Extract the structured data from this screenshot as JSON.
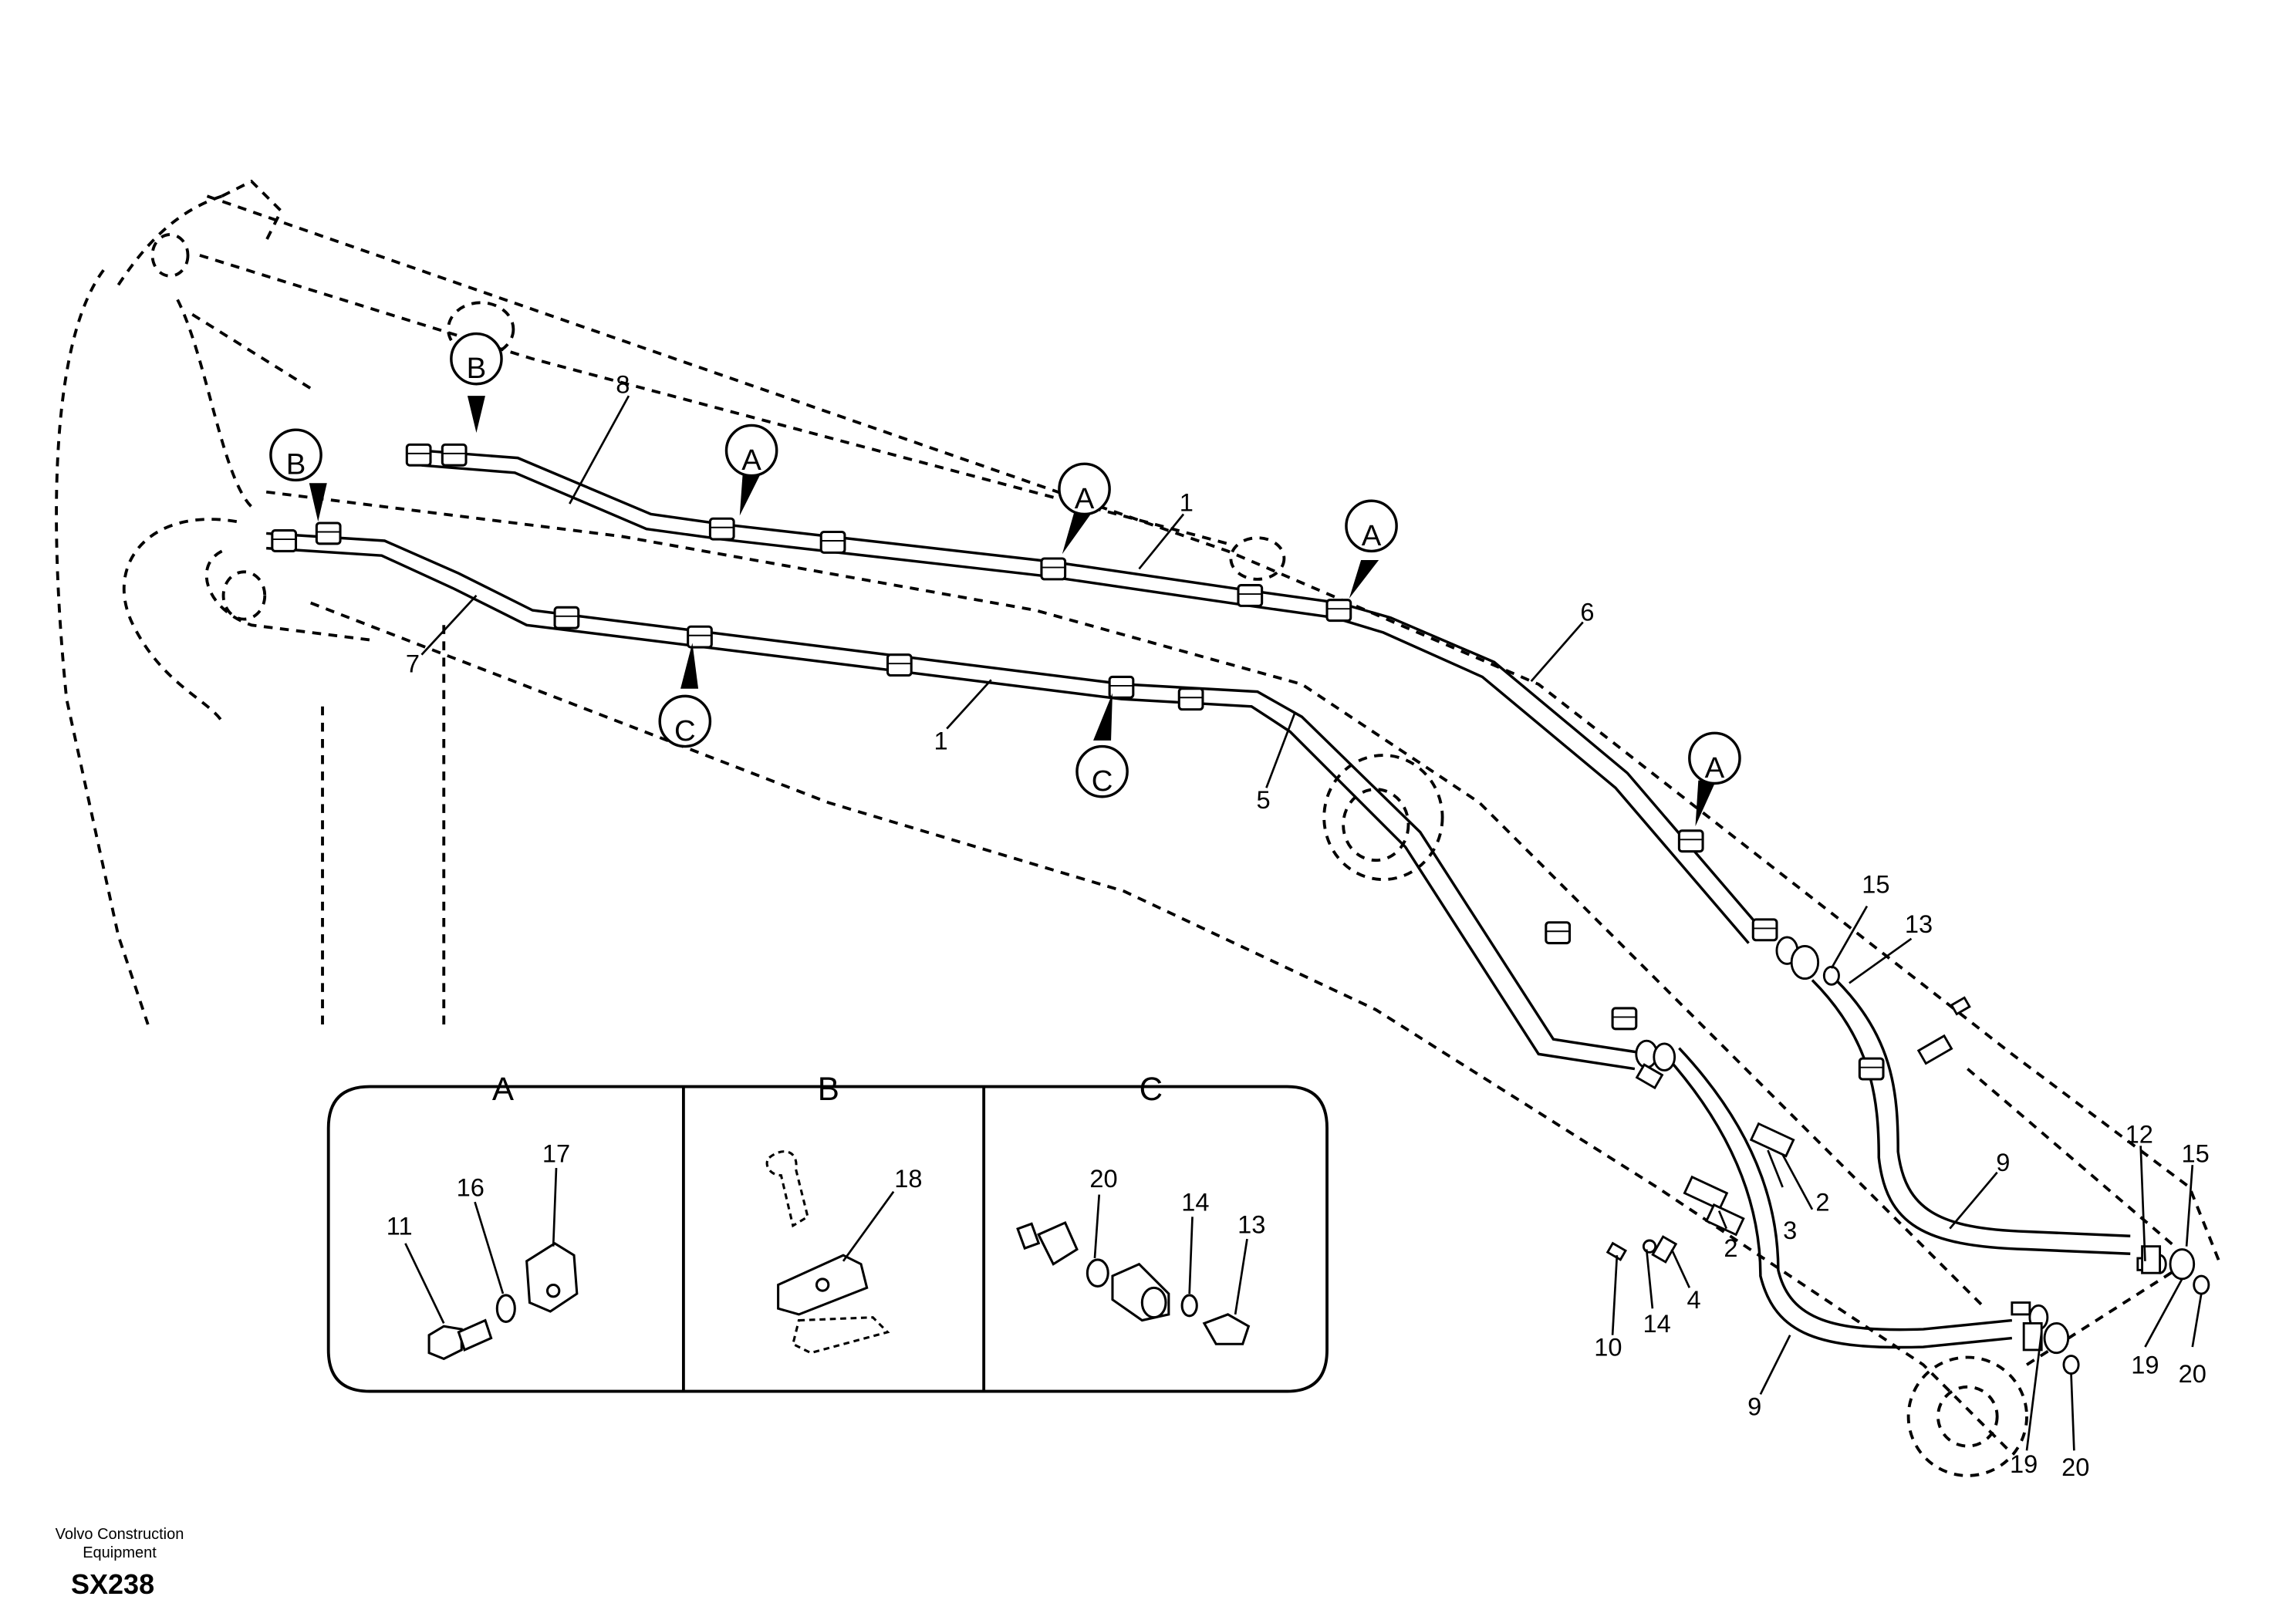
{
  "footer": {
    "company_line1": "Volvo Construction",
    "company_line2": "Equipment",
    "code": "SX238"
  },
  "callouts": {
    "b1": "B",
    "b2": "B",
    "a1": "A",
    "a2": "A",
    "a3": "A",
    "a4": "A",
    "c1": "C",
    "c2": "C"
  },
  "part_labels": {
    "p8": "8",
    "p1a": "1",
    "p1b": "1",
    "p7": "7",
    "p6": "6",
    "p5": "5",
    "p15a": "15",
    "p13a": "13",
    "p12": "12",
    "p15b": "15",
    "p9a": "9",
    "p9b": "9",
    "p2a": "2",
    "p2b": "2",
    "p3": "3",
    "p4": "4",
    "p14": "14",
    "p10": "10",
    "p19a": "19",
    "p20a": "20",
    "p19b": "19",
    "p20b": "20"
  },
  "detail_panels": {
    "a": {
      "title": "A",
      "labels": {
        "p17": "17",
        "p16": "16",
        "p11": "11"
      }
    },
    "b": {
      "title": "B",
      "labels": {
        "p18": "18"
      }
    },
    "c": {
      "title": "C",
      "labels": {
        "p20": "20",
        "p14": "14",
        "p13": "13"
      }
    }
  }
}
